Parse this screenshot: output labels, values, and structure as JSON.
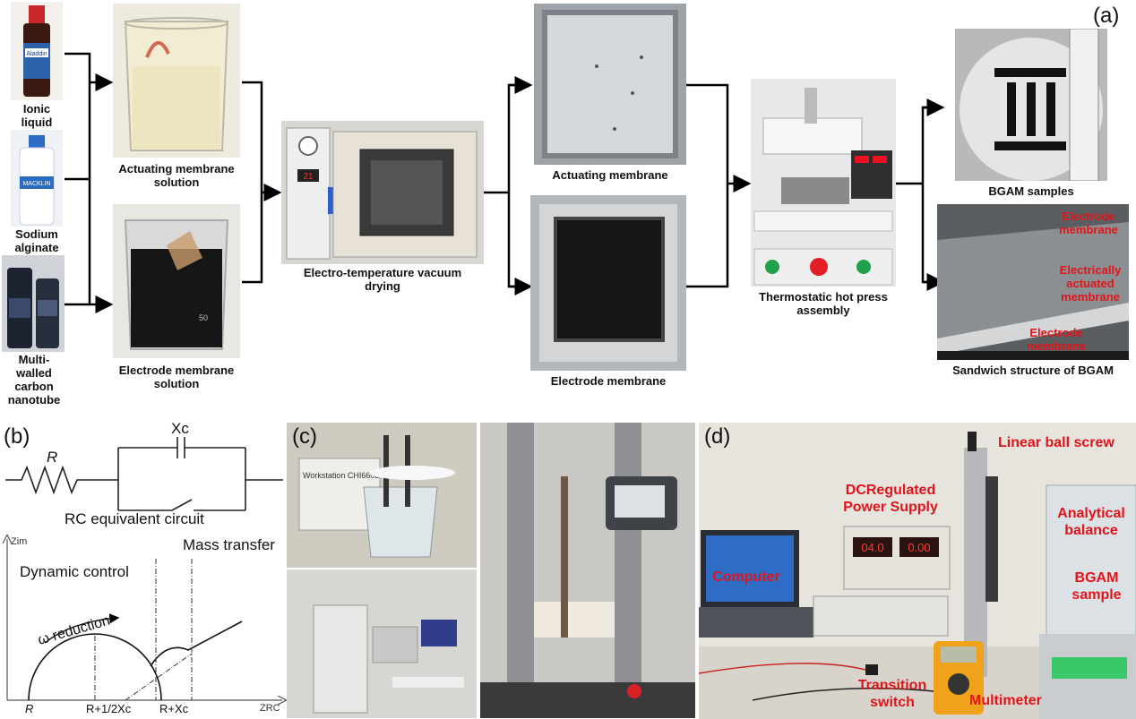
{
  "panel_a": {
    "label": "(a)",
    "ionic_liquid": "Ionic liquid",
    "sodium_alginate": "Sodium alginate",
    "mwcnt": "Multi-walled carbon nanotube",
    "actuating_solution": "Actuating membrane solution",
    "electrode_solution": "Electrode membrane solution",
    "drying": "Electro-temperature vacuum drying",
    "actuating_membrane": "Actuating membrane",
    "electrode_membrane": "Electrode membrane",
    "hot_press": "Thermostatic hot press assembly",
    "bgam_samples": "BGAM samples",
    "sandwich": "Sandwich structure of BGAM",
    "sem_top": "Electrode membrane",
    "sem_mid": "Electrically actuated membrane",
    "sem_bottom": "Electrode membrane",
    "bottle1_label": "Aladdin",
    "bottle2_label": "MACKLIN",
    "oven_display": "21",
    "workstation_text": "Workstation CHI660D",
    "panel_c_label": "(c)"
  },
  "panel_b": {
    "label": "(b)",
    "r_label": "R",
    "xc_label": "Xc",
    "circuit_caption": "RC equivalent circuit",
    "y_axis": "Zim",
    "x_axis": "ZRC",
    "dynamic": "Dynamic control",
    "mass": "Mass transfer",
    "omega": "ω reduction",
    "tick_r": "R",
    "tick_mid": "R+1/2Xc",
    "tick_end": "R+Xc"
  },
  "panel_d": {
    "label": "(d)",
    "ball_screw": "Linear ball screw",
    "power": "DCRegulated Power Supply",
    "balance": "Analytical balance",
    "computer": "Computer",
    "bgam": "BGAM sample",
    "switch": "Transition switch",
    "multimeter": "Multimeter",
    "psu_v": "04.0",
    "psu_a": "0.00"
  },
  "colors": {
    "accent_red": "#e1141b",
    "arrow": "#000000"
  }
}
